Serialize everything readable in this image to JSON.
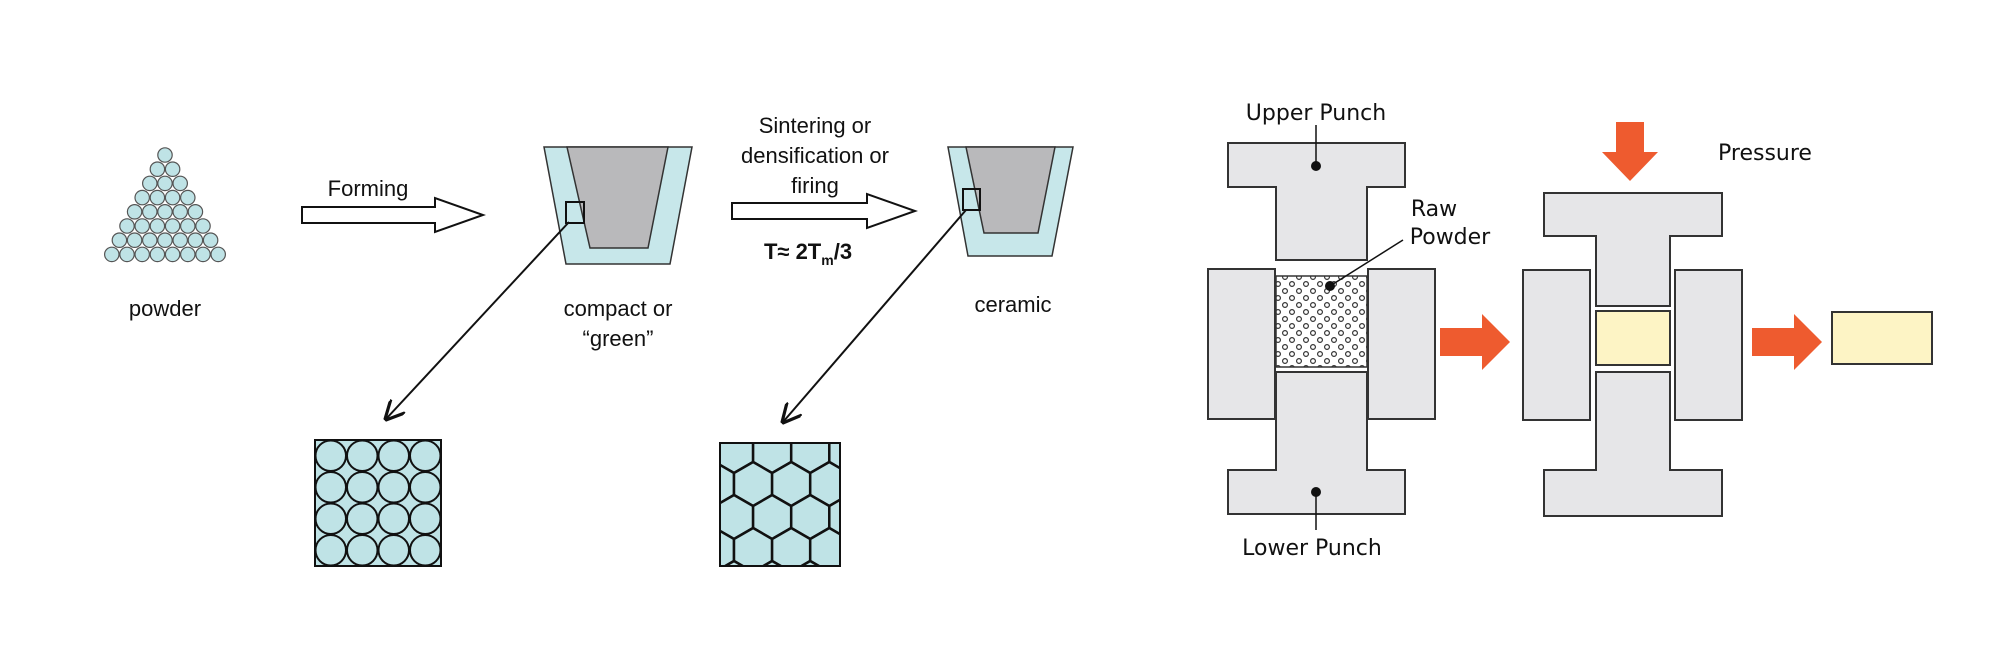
{
  "title": "Ceramic powder processing and die pressing",
  "colors": {
    "particle_fill": "#bfe3e6",
    "mold_light": "#c7e7ea",
    "mold_gray": "#b9b9bb",
    "die_gray": "#e6e6e8",
    "arrow_orange": "#ee5b2f",
    "compact_fill": "#fdf4c5",
    "outline": "#222222"
  },
  "process": {
    "powder_label": "powder",
    "forming_label": "Forming",
    "green_label_line1": "compact or",
    "green_label_line2": "“green”",
    "sinter_line1": "Sintering or",
    "sinter_line2": "densification or",
    "sinter_line3": "firing",
    "temperature": {
      "prefix": "T≈ 2T",
      "subscript": "m",
      "suffix": "/3"
    },
    "ceramic_label": "ceramic"
  },
  "die_press": {
    "upper_punch_label": "Upper Punch",
    "raw_powder_line1": "Raw",
    "raw_powder_line2": "Powder",
    "lower_punch_label": "Lower Punch",
    "pressure_label": "Pressure"
  }
}
